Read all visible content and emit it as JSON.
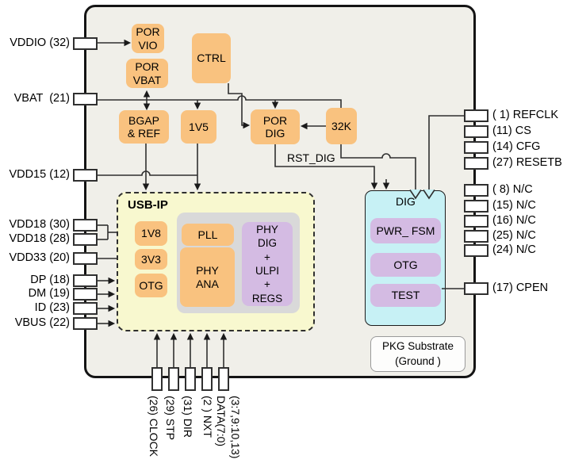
{
  "colors": {
    "chip_fill": "#f0efe9",
    "block_orange": "#f9c27f",
    "block_purple": "#d4bbe3",
    "dig_cyan": "#c7f1f5",
    "usbip_yellow": "#f8f8cf",
    "inner_gray": "#d9d9d9",
    "wire": "#2f2f2f"
  },
  "blocks": {
    "por_vio": [
      "POR",
      "VIO"
    ],
    "por_vbat": [
      "POR",
      "VBAT"
    ],
    "ctrl": [
      "CTRL"
    ],
    "bgap_ref": [
      "BGAP",
      "& REF"
    ],
    "reg_1v5": [
      "1V5"
    ],
    "por_dig": [
      "POR",
      "DIG"
    ],
    "osc_32k": [
      "32K"
    ],
    "usb_ip_title": "USB-IP",
    "reg_1v8": [
      "1V8"
    ],
    "reg_3v3": [
      "3V3"
    ],
    "otg_analog": [
      "OTG"
    ],
    "pll": [
      "PLL"
    ],
    "phy_ana": [
      "PHY",
      "ANA"
    ],
    "phy_dig": [
      "PHY",
      "DIG",
      "+",
      "ULPI",
      "+",
      "REGS"
    ],
    "dig_title": "DIG",
    "pwr_fsm": [
      "PWR_ FSM"
    ],
    "otg_dig": [
      "OTG"
    ],
    "test": [
      "TEST"
    ],
    "pkg_substrate": [
      "PKG Substrate",
      "(Ground )"
    ]
  },
  "net_labels": {
    "rst_dig": "RST_DIG"
  },
  "pins": {
    "left": [
      "VDDIO (32)",
      "VBAT  (21)",
      "VDD15 (12)",
      "VDD18 (30)",
      "VDD18 (28)",
      "VDD33 (20)",
      "DP (18)",
      "DM (19)",
      "ID (23)",
      "VBUS (22)"
    ],
    "right": [
      "( 1) REFCLK",
      "(11) CS",
      "(14) CFG",
      "(27) RESETB",
      "( 8) N/C",
      "(15) N/C",
      "(16) N/C",
      "(25) N/C",
      "(24) N/C",
      "(17) CPEN"
    ],
    "bottom": [
      "(26) CLOCK",
      "(29) STP",
      "(31) DIR",
      "(2 ) NXT"
    ],
    "bottom_data": {
      "label": "DATA(7:0)",
      "pin_numbers": "(3:7,9:10,13)"
    }
  }
}
